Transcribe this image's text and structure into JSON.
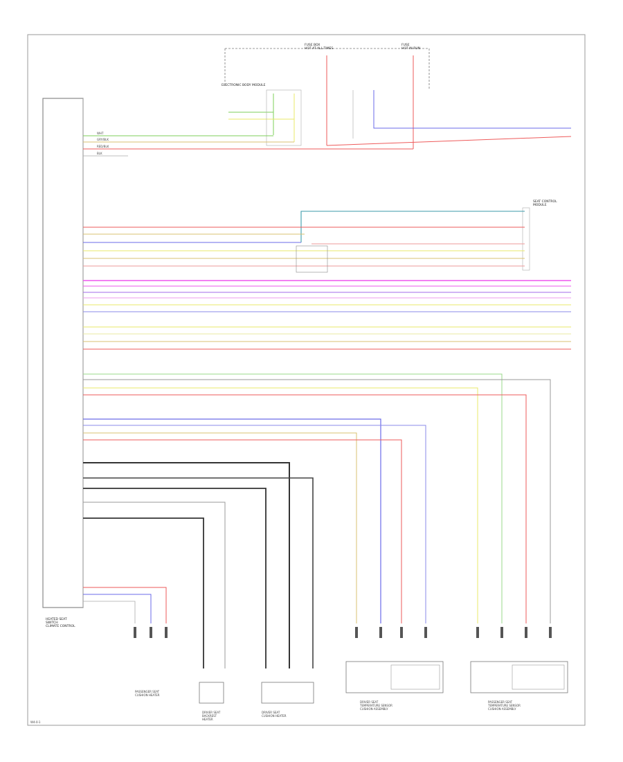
{
  "footer_code": "W4-0-1",
  "top_connectors": [
    {
      "id": "fuse-box",
      "label": "FUSE BOX\nHOT AT ALL TIMES"
    },
    {
      "id": "fuse-2",
      "label": "FUSE\nHOT IN RUN"
    }
  ],
  "junction": {
    "label": "ELECTRONIC BODY MODULE"
  },
  "side_module": {
    "label": "HEATED SEAT\nSWITCH\nCLIMATE CONTROL"
  },
  "right_module": {
    "label": "SEAT CONTROL\nMODULE"
  },
  "left_labels": [
    {
      "id": "l1",
      "text": "WHT"
    },
    {
      "id": "l2",
      "text": "GRY/BLK"
    },
    {
      "id": "l3",
      "text": "RED/BLK"
    },
    {
      "id": "l4",
      "text": "BLK"
    }
  ],
  "bottom_components": [
    {
      "id": "c1",
      "label": "DRIVER SEAT\nBACKREST\nHEATER"
    },
    {
      "id": "c2",
      "label": "DRIVER SEAT\nCUSHION HEATER"
    },
    {
      "id": "c3",
      "label": "PASSENGER SEAT\nCUSHION HEATER"
    },
    {
      "id": "c4",
      "label": "DRIVER SEAT\nTEMPERATURE SENSOR\nCUSHION ASSEMBLY"
    },
    {
      "id": "c5",
      "label": "PASSENGER SEAT\nTEMPERATURE SENSOR\nCUSHION ASSEMBLY"
    }
  ],
  "colors": {
    "green": "#7ecf5a",
    "red": "#ee5a5a",
    "blue": "#6a6ae8",
    "magenta": "#ee55ee",
    "violet": "#a06ae8",
    "yellow": "#e8e86a",
    "tan": "#d8c070",
    "teal": "#3a9aaa",
    "gray": "#888888",
    "black": "#222222",
    "border": "#999999"
  }
}
